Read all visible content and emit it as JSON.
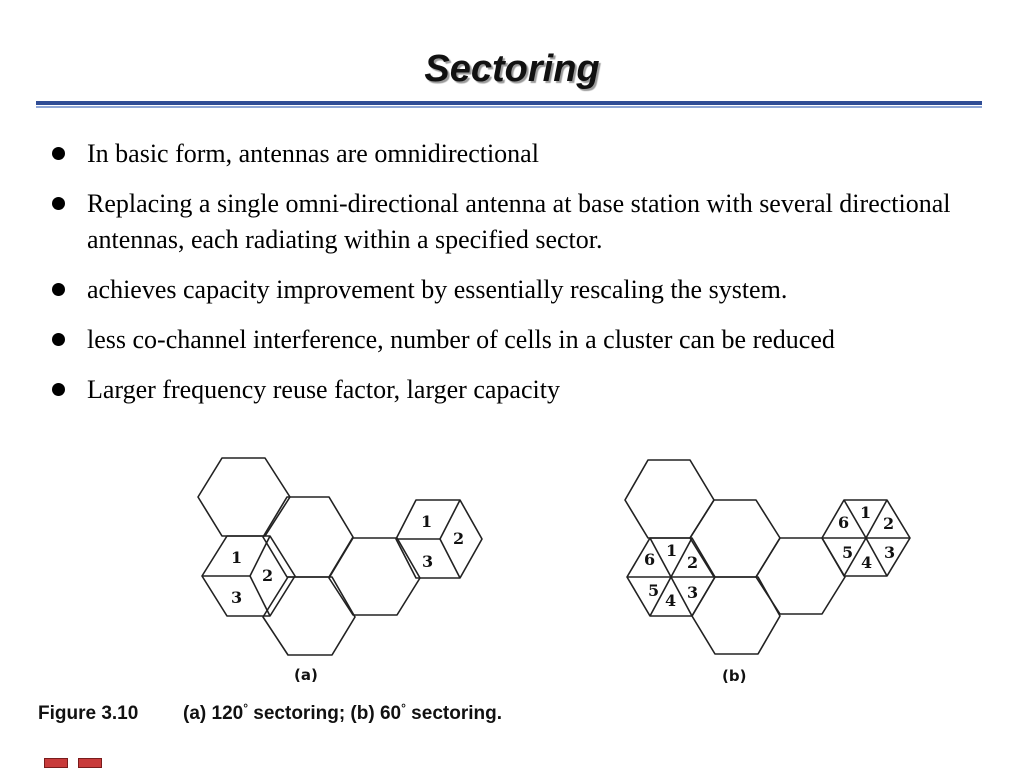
{
  "slide": {
    "title": "Sectoring",
    "bullets": [
      "In basic form, antennas are omnidirectional",
      "Replacing a single omni-directional antenna at base station with several directional antennas, each radiating within a specified sector.",
      "achieves capacity improvement by essentially rescaling the system.",
      "less co-channel interference, number of cells in a cluster can be reduced",
      "Larger frequency reuse factor, larger capacity"
    ]
  },
  "figure": {
    "a_label": "(a)",
    "b_label": "(b)",
    "a_sectors": [
      "1",
      "2",
      "3"
    ],
    "b_sectors": [
      "1",
      "2",
      "3",
      "4",
      "5",
      "6"
    ]
  },
  "caption": {
    "number": "Figure 3.10",
    "text_1": "(a) 120",
    "text_2": " sectoring; (b) 60",
    "text_3": " sectoring.",
    "degree": "°"
  },
  "colors": {
    "rule_dark": "#2f4c95",
    "rule_light": "#8ea6d6",
    "nav_button": "#c83b3b"
  }
}
